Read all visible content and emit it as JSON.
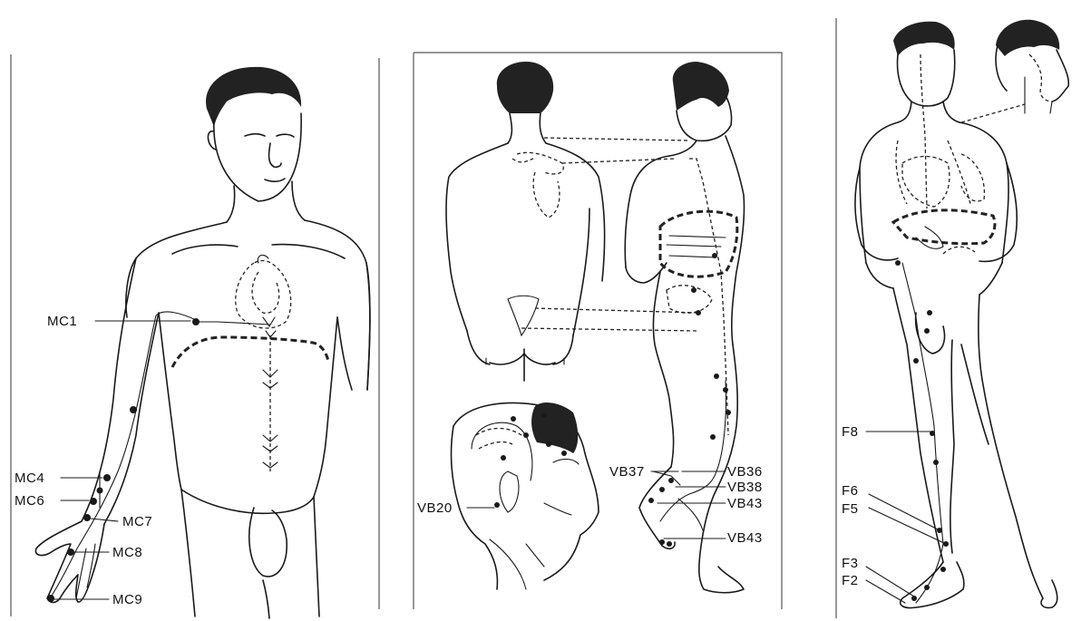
{
  "panels": {
    "pericardium": {
      "labels": [
        "MC1",
        "MC4",
        "MC6",
        "MC7",
        "MC8",
        "MC9"
      ]
    },
    "gallbladder": {
      "labels": [
        "VB37",
        "VB36",
        "VB38",
        "VB43",
        "VB43",
        "VB20"
      ]
    },
    "liver": {
      "labels": [
        "F8",
        "F6",
        "F5",
        "F3",
        "F2"
      ]
    }
  }
}
